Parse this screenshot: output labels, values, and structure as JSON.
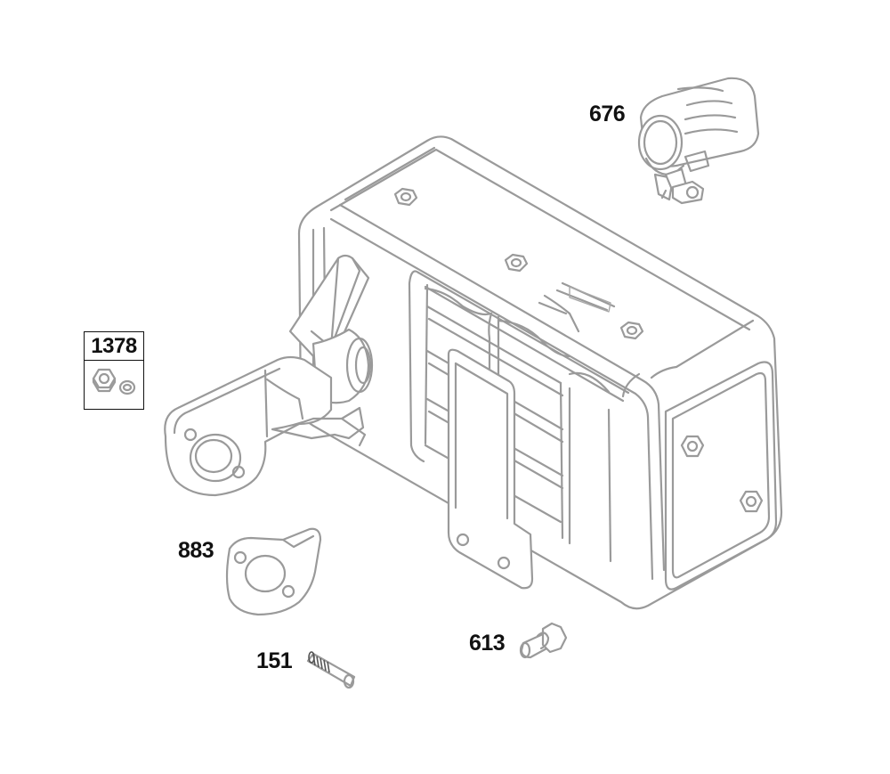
{
  "diagram": {
    "type": "exploded-parts-view",
    "subject": "muffler assembly",
    "line_color": "#9a9a9a",
    "label_color": "#111111",
    "callouts": [
      {
        "id": "676",
        "label": "676",
        "part": "exhaust clamp"
      },
      {
        "id": "1378",
        "label": "1378",
        "part": "nut and lock washer kit"
      },
      {
        "id": "883",
        "label": "883",
        "part": "exhaust gasket"
      },
      {
        "id": "613",
        "label": "613",
        "part": "flange bolt"
      },
      {
        "id": "151",
        "label": "151",
        "part": "stud"
      }
    ],
    "kit_box": {
      "label": "1378"
    }
  }
}
